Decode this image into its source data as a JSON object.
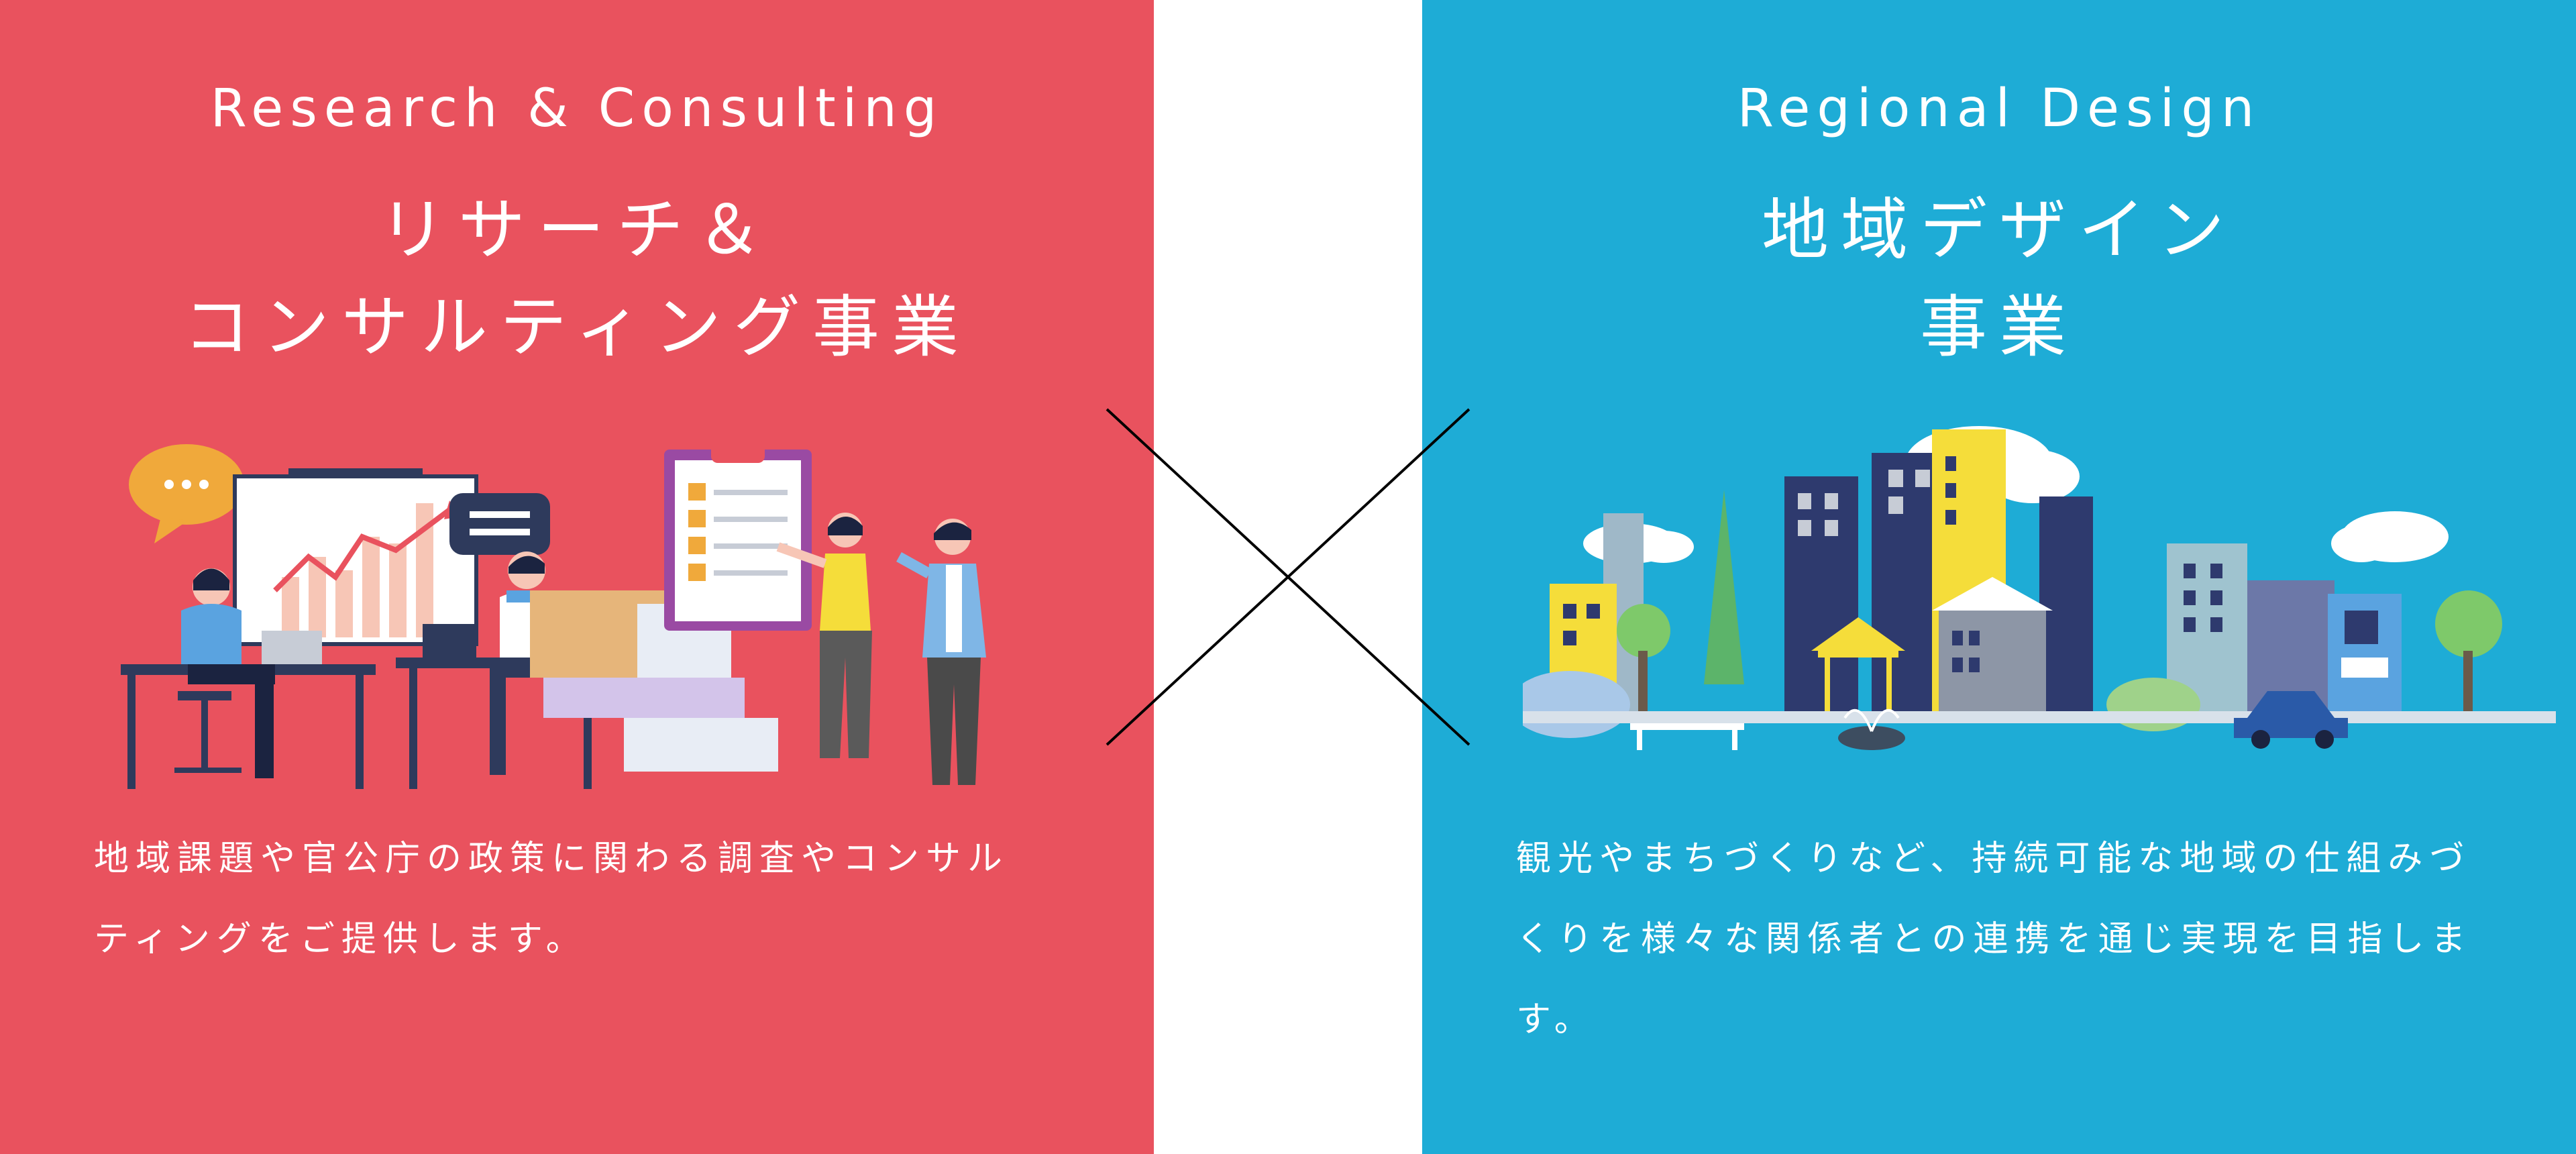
{
  "left_panel": {
    "title_en": "Research & Consulting",
    "title_jp": "リサーチ＆\nコンサルティング事業",
    "description": "地域課題や官公庁の政策に関わる調査やコンサルティングをご提供します。",
    "bg_color": "#e9525e"
  },
  "right_panel": {
    "title_en": "Regional Design",
    "title_jp": "地域デザイン\n事業",
    "description": "観光やまちづくりなど、持続可能な地域の仕組みづくりを様々な関係者との連携を通じ実現を目指します。",
    "bg_color": "#1eacd6"
  },
  "icons": {
    "left_illustration": "consulting-team-illustration",
    "right_illustration": "city-skyline-illustration",
    "separator": "cross-icon"
  }
}
